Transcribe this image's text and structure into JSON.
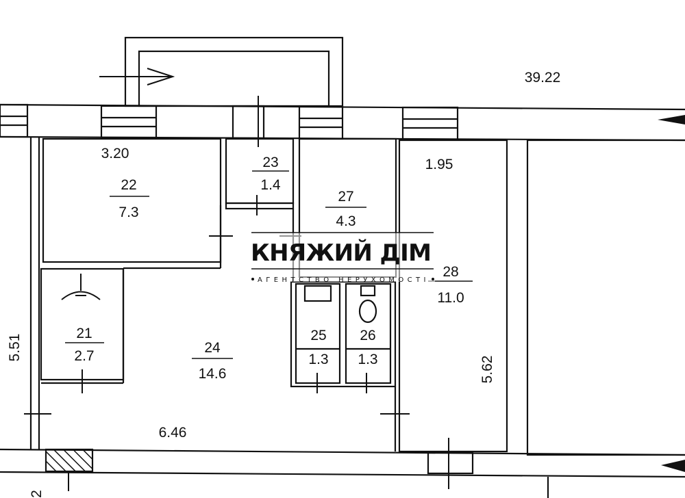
{
  "dimensions": {
    "top_right": "39.22",
    "room22_width": "3.20",
    "room28_width": "1.95",
    "left_height": "5.51",
    "room28_height": "5.62",
    "bottom_width": "6.46",
    "bottom_left_partial": "2"
  },
  "rooms": [
    {
      "number": "22",
      "area": "7.3"
    },
    {
      "number": "23",
      "area": "1.4"
    },
    {
      "number": "27",
      "area": "4.3"
    },
    {
      "number": "28",
      "area": "11.0"
    },
    {
      "number": "21",
      "area": "2.7"
    },
    {
      "number": "24",
      "area": "14.6"
    },
    {
      "number": "25",
      "area": "1.3"
    },
    {
      "number": "26",
      "area": "1.3"
    }
  ],
  "watermark": {
    "title": "КНЯЖИЙ ДІМ",
    "subtitle": "АГЕНТСТВО НЕРУХОМОСТІ"
  }
}
